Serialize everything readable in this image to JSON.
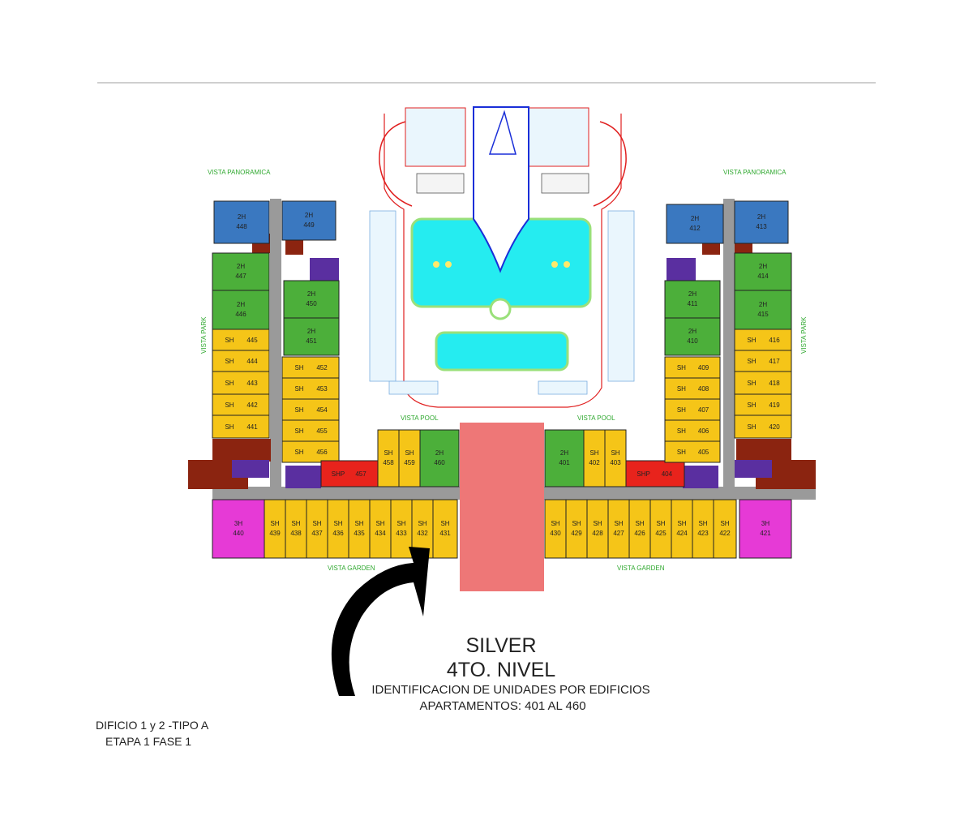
{
  "title": "SILVER",
  "level": "4TO. NIVEL",
  "subtitle": "IDENTIFICACION DE UNIDADES POR EDIFICIOS",
  "apartments": "APARTAMENTOS: 401 AL  460",
  "building": "DIFICIO 1 y 2 -TIPO A",
  "stage": "ETAPA 1  FASE 1",
  "views": {
    "panoramica_left": "VISTA PANORAMICA",
    "panoramica_right": "VISTA PANORAMICA",
    "park_left": "VISTA PARK",
    "park_right": "VISTA PARK",
    "pool_left": "VISTA POOL",
    "pool_right": "VISTA POOL",
    "garden_left": "VISTA GARDEN",
    "garden_right": "VISTA GARDEN"
  },
  "colors": {
    "2h_blue": "#3a78c0",
    "2h_green": "#4caf3a",
    "sh_yellow": "#f5c518",
    "3h_magenta": "#e63ad6",
    "shp_red": "#e8231c",
    "corridor": "#9a9a9a",
    "service": "#8b2410",
    "stairs": "#5a2fa0",
    "pool": "#25ecf0",
    "lobby": "#ee7777"
  },
  "units": [
    {
      "type": "2H",
      "num": "448",
      "kind": "2h_blue"
    },
    {
      "type": "2H",
      "num": "449",
      "kind": "2h_blue"
    },
    {
      "type": "2H",
      "num": "447",
      "kind": "2h_green"
    },
    {
      "type": "2H",
      "num": "446",
      "kind": "2h_green"
    },
    {
      "type": "2H",
      "num": "450",
      "kind": "2h_green"
    },
    {
      "type": "2H",
      "num": "451",
      "kind": "2h_green"
    },
    {
      "type": "SH",
      "num": "445",
      "kind": "sh_yellow"
    },
    {
      "type": "SH",
      "num": "444",
      "kind": "sh_yellow"
    },
    {
      "type": "SH",
      "num": "443",
      "kind": "sh_yellow"
    },
    {
      "type": "SH",
      "num": "442",
      "kind": "sh_yellow"
    },
    {
      "type": "SH",
      "num": "441",
      "kind": "sh_yellow"
    },
    {
      "type": "SH",
      "num": "452",
      "kind": "sh_yellow"
    },
    {
      "type": "SH",
      "num": "453",
      "kind": "sh_yellow"
    },
    {
      "type": "SH",
      "num": "454",
      "kind": "sh_yellow"
    },
    {
      "type": "SH",
      "num": "455",
      "kind": "sh_yellow"
    },
    {
      "type": "SH",
      "num": "456",
      "kind": "sh_yellow"
    },
    {
      "type": "SHP",
      "num": "457",
      "kind": "shp_red"
    },
    {
      "type": "SH",
      "num": "458",
      "kind": "sh_yellow"
    },
    {
      "type": "SH",
      "num": "459",
      "kind": "sh_yellow"
    },
    {
      "type": "2H",
      "num": "460",
      "kind": "2h_green"
    },
    {
      "type": "2H",
      "num": "401",
      "kind": "2h_green"
    },
    {
      "type": "SH",
      "num": "402",
      "kind": "sh_yellow"
    },
    {
      "type": "SH",
      "num": "403",
      "kind": "sh_yellow"
    },
    {
      "type": "SHP",
      "num": "404",
      "kind": "shp_red"
    },
    {
      "type": "SH",
      "num": "405",
      "kind": "sh_yellow"
    },
    {
      "type": "SH",
      "num": "406",
      "kind": "sh_yellow"
    },
    {
      "type": "SH",
      "num": "407",
      "kind": "sh_yellow"
    },
    {
      "type": "SH",
      "num": "408",
      "kind": "sh_yellow"
    },
    {
      "type": "SH",
      "num": "409",
      "kind": "sh_yellow"
    },
    {
      "type": "2H",
      "num": "410",
      "kind": "2h_green"
    },
    {
      "type": "2H",
      "num": "411",
      "kind": "2h_green"
    },
    {
      "type": "2H",
      "num": "412",
      "kind": "2h_blue"
    },
    {
      "type": "2H",
      "num": "413",
      "kind": "2h_blue"
    },
    {
      "type": "2H",
      "num": "414",
      "kind": "2h_green"
    },
    {
      "type": "2H",
      "num": "415",
      "kind": "2h_green"
    },
    {
      "type": "SH",
      "num": "416",
      "kind": "sh_yellow"
    },
    {
      "type": "SH",
      "num": "417",
      "kind": "sh_yellow"
    },
    {
      "type": "SH",
      "num": "418",
      "kind": "sh_yellow"
    },
    {
      "type": "SH",
      "num": "419",
      "kind": "sh_yellow"
    },
    {
      "type": "SH",
      "num": "420",
      "kind": "sh_yellow"
    },
    {
      "type": "3H",
      "num": "440",
      "kind": "3h_magenta"
    },
    {
      "type": "SH",
      "num": "439",
      "kind": "sh_yellow"
    },
    {
      "type": "SH",
      "num": "438",
      "kind": "sh_yellow"
    },
    {
      "type": "SH",
      "num": "437",
      "kind": "sh_yellow"
    },
    {
      "type": "SH",
      "num": "436",
      "kind": "sh_yellow"
    },
    {
      "type": "SH",
      "num": "435",
      "kind": "sh_yellow"
    },
    {
      "type": "SH",
      "num": "434",
      "kind": "sh_yellow"
    },
    {
      "type": "SH",
      "num": "433",
      "kind": "sh_yellow"
    },
    {
      "type": "SH",
      "num": "432",
      "kind": "sh_yellow"
    },
    {
      "type": "SH",
      "num": "431",
      "kind": "sh_yellow"
    },
    {
      "type": "SH",
      "num": "430",
      "kind": "sh_yellow"
    },
    {
      "type": "SH",
      "num": "429",
      "kind": "sh_yellow"
    },
    {
      "type": "SH",
      "num": "428",
      "kind": "sh_yellow"
    },
    {
      "type": "SH",
      "num": "427",
      "kind": "sh_yellow"
    },
    {
      "type": "SH",
      "num": "426",
      "kind": "sh_yellow"
    },
    {
      "type": "SH",
      "num": "425",
      "kind": "sh_yellow"
    },
    {
      "type": "SH",
      "num": "424",
      "kind": "sh_yellow"
    },
    {
      "type": "SH",
      "num": "423",
      "kind": "sh_yellow"
    },
    {
      "type": "SH",
      "num": "422",
      "kind": "sh_yellow"
    },
    {
      "type": "3H",
      "num": "421",
      "kind": "3h_magenta"
    }
  ]
}
